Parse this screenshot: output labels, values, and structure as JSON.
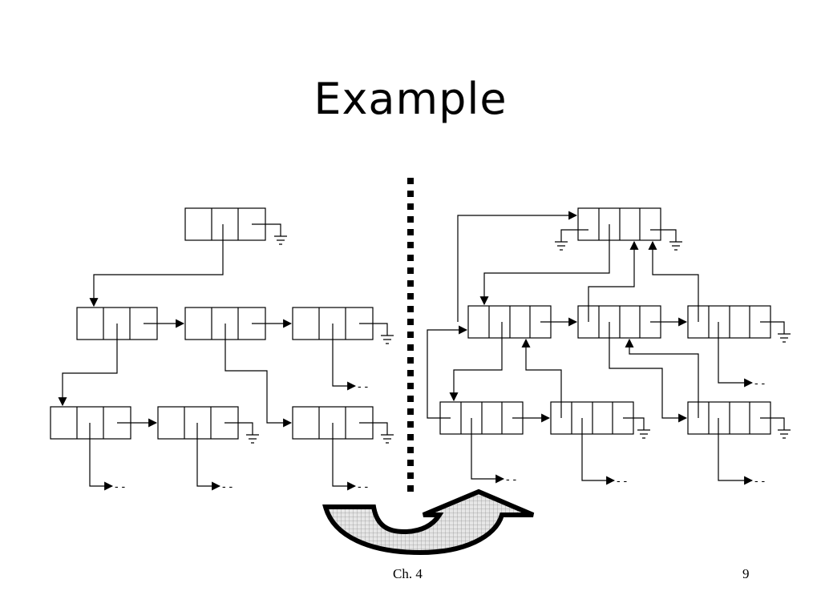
{
  "slide": {
    "title": "Example",
    "footer_left": "Ch. 4",
    "footer_right": "9"
  },
  "diagram": {
    "continuation_text": "- -",
    "colors": {
      "stroke": "#000000",
      "background": "#ffffff",
      "arrow_fill": "#e6e6e6",
      "arrow_pattern": "#9a9a9a"
    }
  }
}
